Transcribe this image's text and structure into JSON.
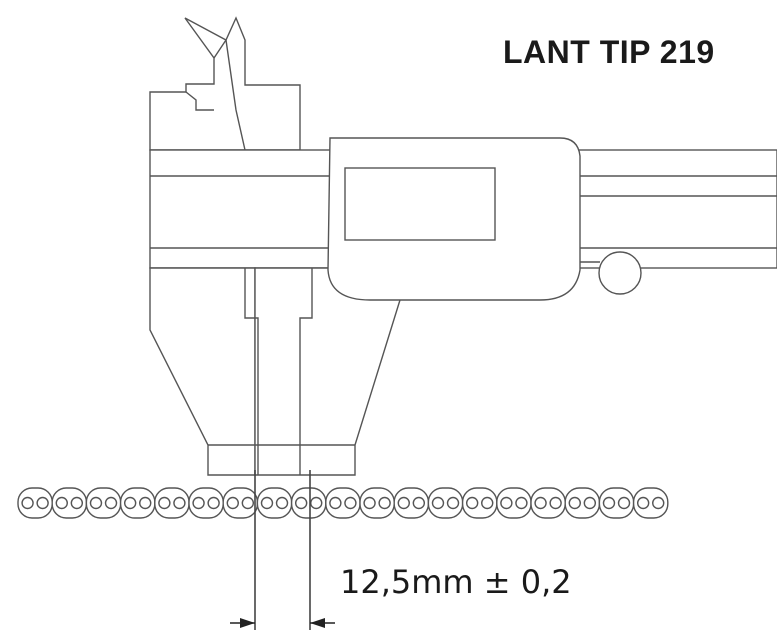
{
  "header": {
    "title": "LANT TIP 219"
  },
  "dimension": {
    "label": "12,5mm ± 0,2"
  },
  "chain": {
    "link_count": 19
  },
  "colors": {
    "line": "#555555",
    "text": "#1a1a1a",
    "background": "#ffffff"
  }
}
